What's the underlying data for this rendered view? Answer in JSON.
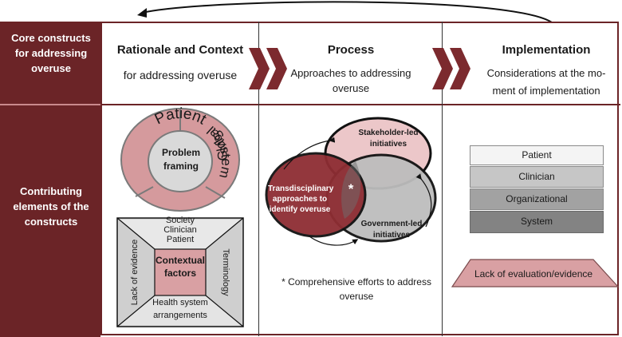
{
  "header": {
    "row_label": "Core constructs for addressing overuse",
    "columns": [
      {
        "title": "Rationale and Context",
        "subtitle": "for addressing overuse"
      },
      {
        "title": "Process",
        "subtitle": "Approaches to addressing overuse"
      },
      {
        "title": "Implementation",
        "subtitle": "Considerations at the mo-ment of implementation"
      }
    ]
  },
  "body": {
    "row_label": "Contributing elements of the constructs",
    "rationale": {
      "ring_segments": [
        "Patient",
        "System",
        "Global"
      ],
      "center": "Problem framing",
      "frame_top": [
        "Society",
        "Clinician",
        "Patient"
      ],
      "frame_left": "Lack of evidence",
      "frame_right": "Terminology",
      "frame_bottom": "Health system arrangements",
      "frame_center": "Contextual factors"
    },
    "process": {
      "circles": [
        "Stakeholder-led initiatives",
        "Transdisciplinary approaches to identify overuse",
        "Government-led initiatives"
      ],
      "center_mark": "*",
      "footnote": "* Comprehensive efforts to address overuse"
    },
    "implementation": {
      "levels": [
        "Patient",
        "Clinician",
        "Organizational",
        "System"
      ],
      "base": "Lack of evaluation/evidence"
    }
  },
  "colors": {
    "maroon": "#6b2427",
    "dark_red": "#8e2d33",
    "pink": "#d9a0a3",
    "light_pink": "#f2d9da",
    "gray": "#bdbdbd",
    "dark_gray": "#8a8a8a"
  }
}
